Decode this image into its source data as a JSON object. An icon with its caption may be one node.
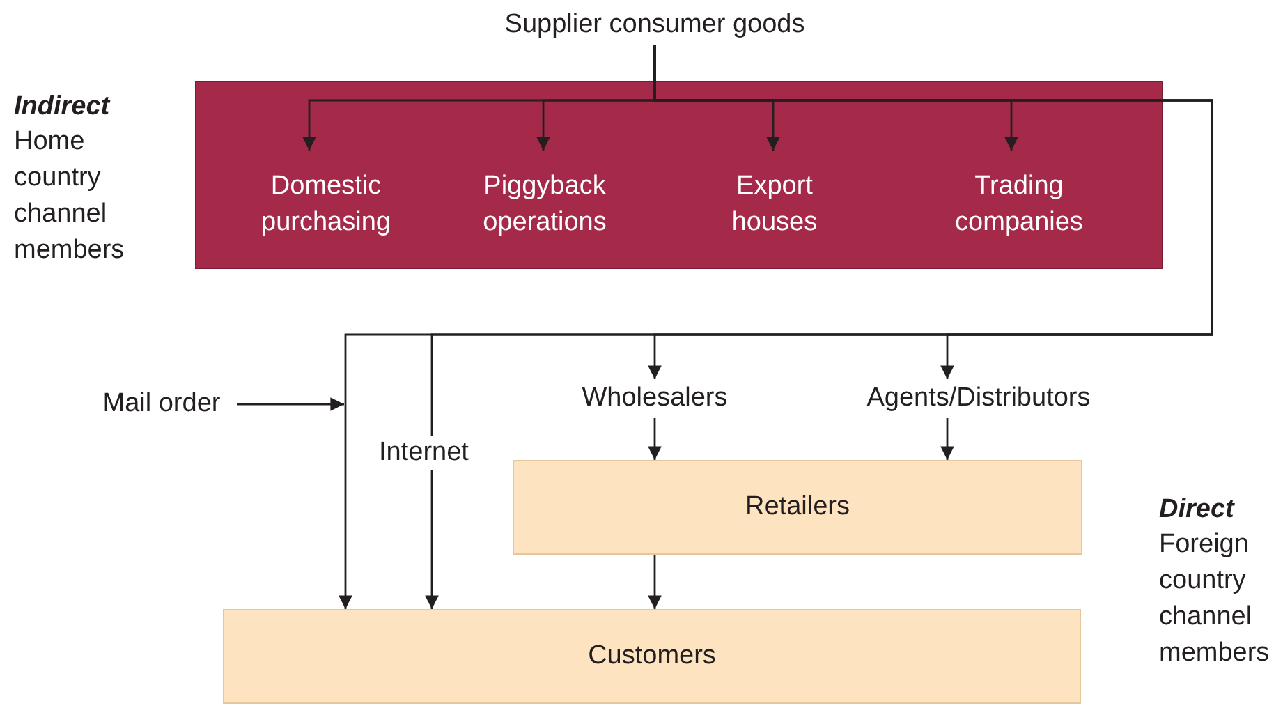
{
  "diagram": {
    "nodes": [
      {
        "text": [
          "Supplier consumer goods"
        ]
      },
      {
        "text": [],
        "shape": "box"
      },
      {
        "text": [
          "Domestic purchasing"
        ],
        "in": 1
      },
      {
        "text": [
          "Piggyback operations"
        ],
        "in": 1
      },
      {
        "text": [
          "Export houses"
        ],
        "in": 1
      },
      {
        "text": [
          "Trading companies"
        ],
        "in": 1
      },
      {
        "text": [
          "Mail order"
        ]
      },
      {
        "text": [
          "Wholesalers"
        ]
      },
      {
        "text": [
          "Agents/Distributors"
        ]
      },
      {
        "text": [
          "Retailers"
        ]
      },
      {
        "text": [
          "Customers"
        ]
      }
    ],
    "edges": [
      {
        "from": 0,
        "to": 2,
        "arrow": "to"
      },
      {
        "from": 0,
        "to": 3,
        "arrow": "to"
      },
      {
        "from": 0,
        "to": 4,
        "arrow": "to"
      },
      {
        "from": 0,
        "to": 5,
        "arrow": "to"
      },
      {
        "from": 0,
        "to": 7,
        "arrow": "to"
      },
      {
        "from": 0,
        "to": 8,
        "arrow": "to"
      },
      {
        "from": 0,
        "to": 10,
        "arrow": "to"
      },
      {
        "from": 0,
        "to": 10,
        "arrow": "to",
        "label": "Internet"
      },
      {
        "from": 6,
        "to": null,
        "arrow": "to"
      },
      {
        "from": 7,
        "to": 9,
        "arrow": "to"
      },
      {
        "from": 8,
        "to": 9,
        "arrow": "to"
      },
      {
        "from": 9,
        "to": 10,
        "arrow": "to"
      }
    ],
    "labels": [
      "Indirect",
      "Home country channel members",
      "Direct",
      "Foreign country channel members"
    ]
  }
}
